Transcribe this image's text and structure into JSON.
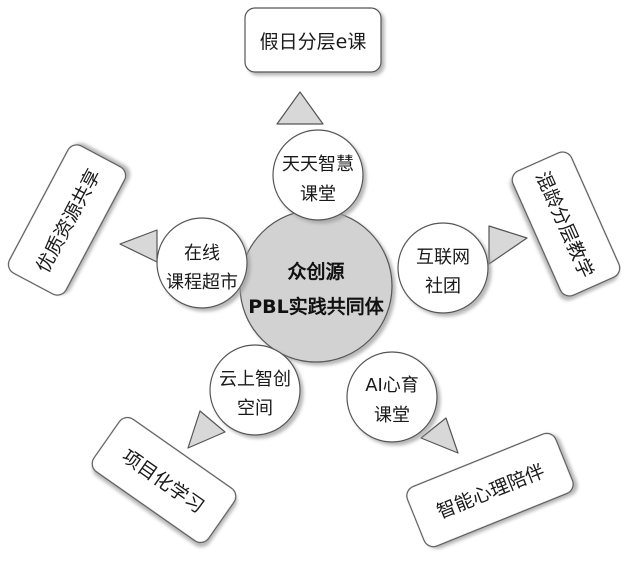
{
  "center": {
    "line1": "众创源",
    "line2": "PBL实践共同体"
  },
  "inner_nodes": [
    {
      "id": "top",
      "line1": "天天智慧",
      "line2": "课堂"
    },
    {
      "id": "right",
      "line1": "互联网",
      "line2": "社团"
    },
    {
      "id": "bottom-right",
      "line1": "AI心育",
      "line2": "课堂"
    },
    {
      "id": "bottom-left",
      "line1": "云上智创",
      "line2": "空间"
    },
    {
      "id": "left",
      "line1": "在线",
      "line2": "课程超市"
    }
  ],
  "outer_boxes": [
    {
      "id": "top",
      "label": "假日分层e课"
    },
    {
      "id": "right",
      "label": "混龄分层教学"
    },
    {
      "id": "bottom-right",
      "label": "智能心理陪伴"
    },
    {
      "id": "bottom-left",
      "label": "项目化学习"
    },
    {
      "id": "left",
      "label": "优质资源共享"
    }
  ],
  "colors": {
    "center_fill": "#d2d2d2",
    "node_fill": "#ffffff",
    "box_fill": "#ffffff",
    "arrow_fill": "#d8d8d8",
    "stroke": "#555555",
    "shadow": "#b5b5b5"
  }
}
